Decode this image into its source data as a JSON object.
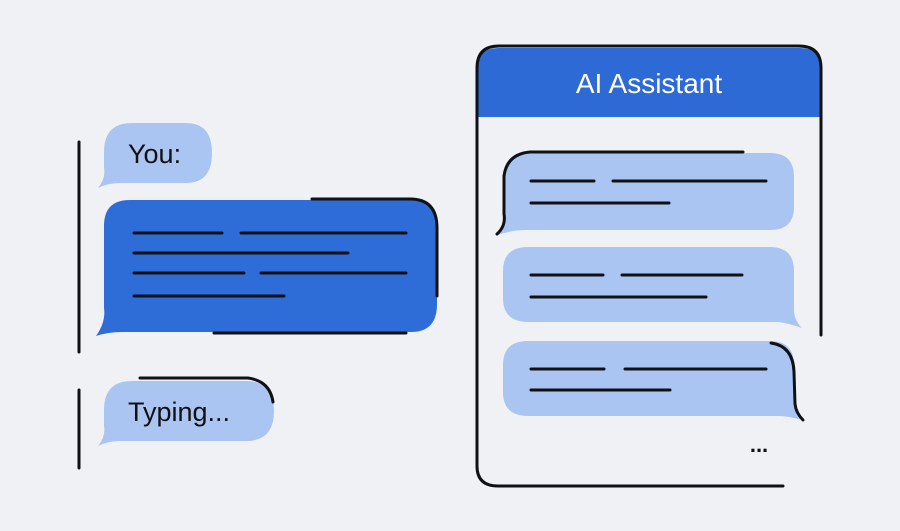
{
  "left_chat": {
    "speaker_label": "You:",
    "typing_label": "Typing...",
    "colors": {
      "light_bubble": "#abc5f2",
      "dark_bubble": "#2e6cd8",
      "stroke": "#0f1115"
    }
  },
  "assistant_panel": {
    "title": "AI Assistant",
    "ellipsis": "...",
    "colors": {
      "header": "#2d6ad6",
      "header_text": "#ffffff",
      "panel_bg": "#f0f1f5",
      "bubble": "#abc5f2"
    }
  }
}
